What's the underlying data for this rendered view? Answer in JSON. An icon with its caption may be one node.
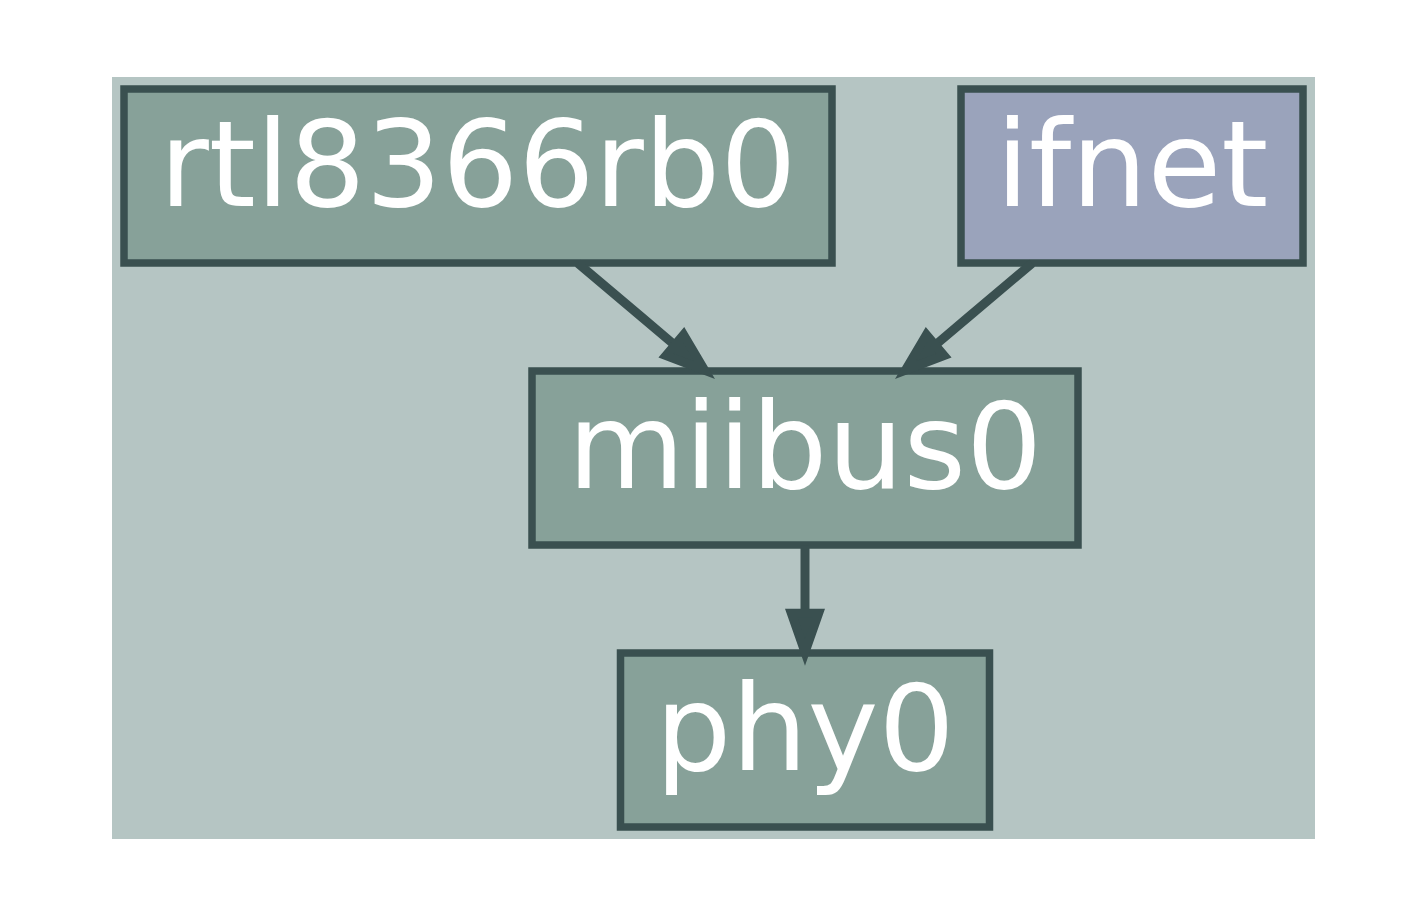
{
  "diagram": {
    "nodes": [
      {
        "text": [
          "rtl8366rb0"
        ]
      },
      {
        "text": [
          "ifnet"
        ]
      },
      {
        "text": [
          "miibus0"
        ]
      },
      {
        "text": [
          "phy0"
        ]
      }
    ],
    "edges": [
      {
        "from": 0,
        "to": 2,
        "arrow": "to"
      },
      {
        "from": 1,
        "to": 2,
        "arrow": "to"
      },
      {
        "from": 2,
        "to": 3,
        "arrow": "to"
      }
    ]
  }
}
